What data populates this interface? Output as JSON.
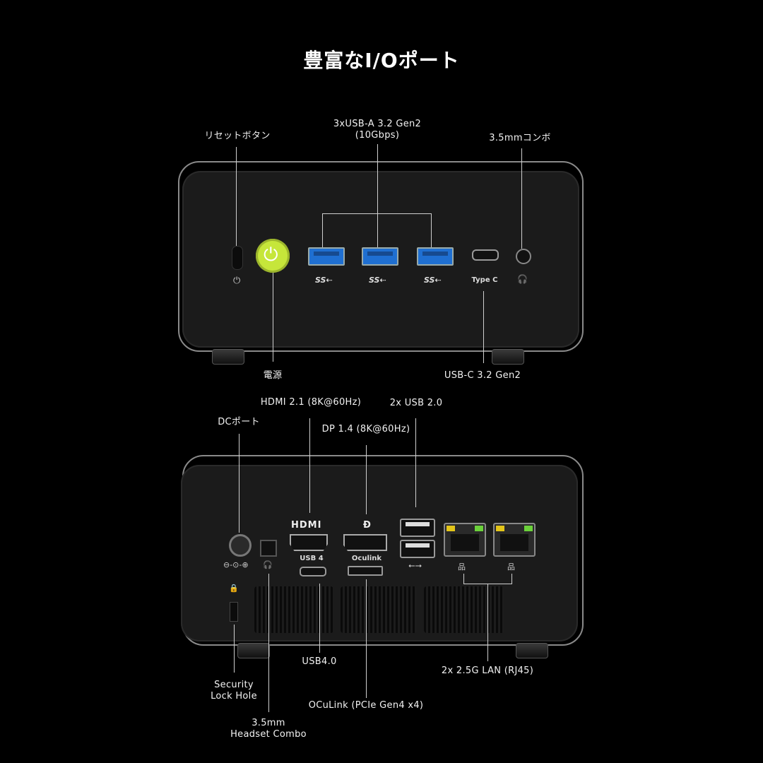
{
  "title": "豊富なI/Oポート",
  "top_panel": {
    "labels": {
      "reset": "リセットボタン",
      "usba_line1": "3xUSB-A 3.2 Gen2",
      "usba_line2": "(10Gbps)",
      "audio": "3.5mmコンボ",
      "power": "電源",
      "usbc": "USB-C 3.2 Gen2"
    },
    "port_marks": {
      "ss": "SS⇠",
      "typec": "Type C"
    }
  },
  "bottom_panel": {
    "labels": {
      "hdmi": "HDMI 2.1 (8K@60Hz)",
      "usb2": "2x USB 2.0",
      "dc": "DCポート",
      "dp": "DP 1.4 (8K@60Hz)",
      "usb4": "USB4.0",
      "lan": "2x 2.5G LAN (RJ45)",
      "security_line1": "Security",
      "security_line2": "Lock Hole",
      "oculink": "OCuLink (PCIe Gen4 x4)",
      "headset_line1": "3.5mm",
      "headset_line2": "Headset Combo"
    },
    "port_marks": {
      "hdmi_logo": "HDMI",
      "usb4_mark": "USB 4",
      "oculink_mark": "Oculink"
    }
  },
  "colors": {
    "background": "#000000",
    "power_button": "#c6e63a",
    "usb3_blue": "#1f6fd1"
  }
}
